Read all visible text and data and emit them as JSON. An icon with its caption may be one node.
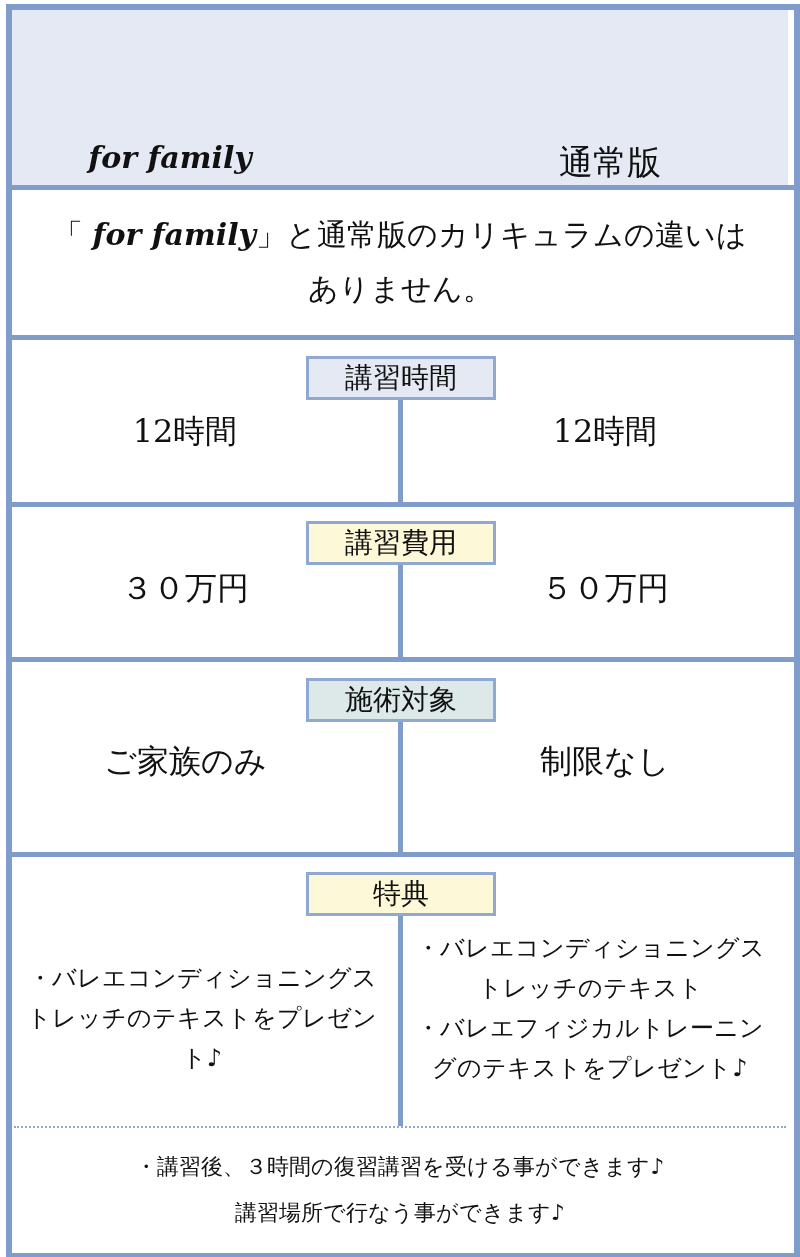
{
  "diagram": {
    "nodes": [
      {
        "text": [
          "講習時間"
        ]
      },
      {
        "text": [
          "講習費用"
        ]
      },
      {
        "text": [
          "施術対象"
        ]
      },
      {
        "text": [
          "特典"
        ]
      }
    ],
    "labels": [
      "for family",
      "通常版",
      "「 **for family**」と通常版のカリキュラムの違いはありません。",
      "12時間",
      "12時間",
      "３０万円",
      "５０万円",
      "ご家族のみ",
      "制限なし",
      "・バレエコンディショニングストレッチのテキストをプレゼント♪",
      "・バレエコンディショニングストレッチのテキスト",
      "・バレエフィジカルトレーニングのテキストをプレゼント♪",
      "・講習後、３時間の復習講習を受ける事ができます♪",
      "講習場所で行なう事ができます♪"
    ]
  }
}
